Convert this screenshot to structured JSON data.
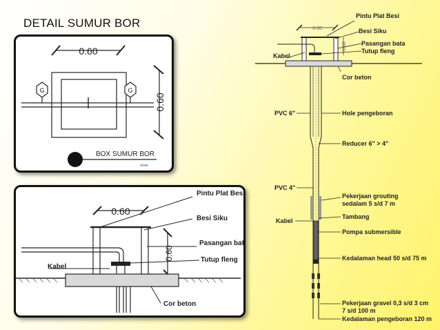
{
  "title": "DETAIL SUMUR BOR",
  "top_panel": {
    "dim_top": "0.60",
    "dim_side": "0.60",
    "gauge_left": "G",
    "gauge_right": "G",
    "caption": "BOX SUMUR BOR",
    "caption_sub": "skala"
  },
  "bottom_panel": {
    "dim_top": "0.60",
    "dim_side": "0.60",
    "labels": {
      "pintu": "Pintu Plat Besi",
      "besi": "Besi Siku",
      "bata": "Pasangan bata",
      "fleng": "Tutup fleng",
      "kabel": "Kabel",
      "cor": "Cor beton"
    }
  },
  "section": {
    "dim_top": "0.60",
    "dim_side": "0.60",
    "labels_right": {
      "pintu": "Pintu Plat Besi",
      "besi": "Besi Siku",
      "bata": "Pasangan bata",
      "fleng": "Tutup fleng",
      "cor": "Cor beton",
      "hole": "Hole pengeboran",
      "reducer": "Reducer 6\" > 4\"",
      "grouting1": "Pekerjaan grouting",
      "grouting2": "sedalam 5 s/d 7 m",
      "tambang": "Tambang",
      "pompa": "Pompa submersible",
      "head": "Kedalaman head 50 s/d 75 m",
      "gravel1": "Pekerjaan gravel 0,3 s/d 3 cm",
      "gravel2": "7 s/d 100 m",
      "kedalaman": "Kedalaman pengeboran 120 m"
    },
    "labels_left": {
      "kabel1": "Kabel",
      "pvc6": "PVC 6\"",
      "pvc4": "PVC 4\"",
      "kabel2": "Kabel"
    }
  }
}
